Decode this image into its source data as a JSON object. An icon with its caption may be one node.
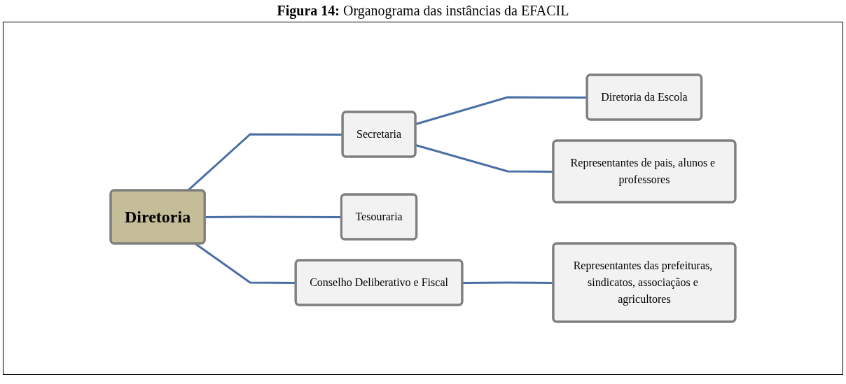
{
  "diagram": {
    "title": "**Figura 14:** Organograma das instâncias da EFACIL",
    "nodes": [
      {
        "text": [
          "Diretoria"
        ]
      },
      {
        "text": [
          "Secretaria"
        ]
      },
      {
        "text": [
          "Tesouraria"
        ]
      },
      {
        "text": [
          "Conselho Deliberativo e Fiscal"
        ]
      },
      {
        "text": [
          "Diretoria da Escola"
        ]
      },
      {
        "text": [
          "Representantes de pais, alunos e professores"
        ]
      },
      {
        "text": [
          "Representantes das prefeituras, sindicatos, associaçãos e agricultores"
        ]
      }
    ],
    "edges": [
      {
        "from": 0,
        "to": 1,
        "arrow": "none"
      },
      {
        "from": 0,
        "to": 2,
        "arrow": "none"
      },
      {
        "from": 0,
        "to": 3,
        "arrow": "none"
      },
      {
        "from": 1,
        "to": 4,
        "arrow": "none"
      },
      {
        "from": 1,
        "to": 5,
        "arrow": "none"
      },
      {
        "from": 3,
        "to": 6,
        "arrow": "none"
      }
    ]
  }
}
